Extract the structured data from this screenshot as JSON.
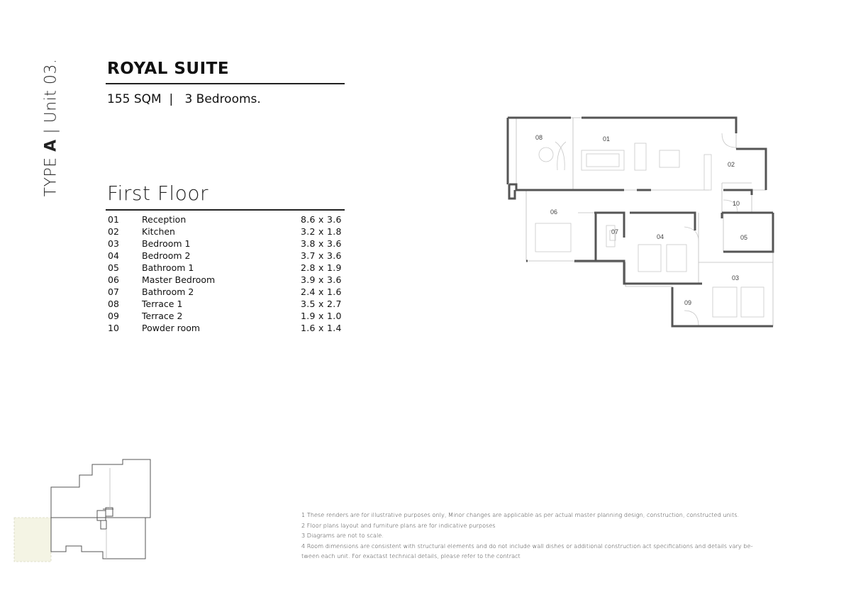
{
  "side_label": {
    "prefix": "TYPE ",
    "type_letter": "A",
    "suffix": " | Unit 03."
  },
  "title": "ROYAL SUITE",
  "subtitle": "155 SQM  |   3 Bedrooms.",
  "section_title": "First Floor",
  "rooms": [
    {
      "no": "01",
      "name": "Reception",
      "dim": "8.6 x 3.6"
    },
    {
      "no": "02",
      "name": "Kitchen",
      "dim": "3.2 x 1.8"
    },
    {
      "no": "03",
      "name": "Bedroom 1",
      "dim": "3.8 x 3.6"
    },
    {
      "no": "04",
      "name": "Bedroom 2",
      "dim": "3.7 x 3.6"
    },
    {
      "no": "05",
      "name": "Bathroom 1",
      "dim": "2.8 x 1.9"
    },
    {
      "no": "06",
      "name": "Master Bedroom",
      "dim": "3.9 x 3.6"
    },
    {
      "no": "07",
      "name": "Bathroom 2",
      "dim": "2.4 x 1.6"
    },
    {
      "no": "08",
      "name": "Terrace 1",
      "dim": "3.5 x 2.7"
    },
    {
      "no": "09",
      "name": "Terrace 2",
      "dim": "1.9 x 1.0"
    },
    {
      "no": "10",
      "name": "Powder room",
      "dim": "1.6 x 1.4"
    }
  ],
  "plan_labels": {
    "l01": "01",
    "l02": "02",
    "l03": "03",
    "l04": "04",
    "l05": "05",
    "l06": "06",
    "l07": "07",
    "l08": "08",
    "l09": "09",
    "l10": "10"
  },
  "notes": [
    "1 These renders are for illustrative purposes only, Minor changes are applicable as per actual master planning design, construction, constructed units.",
    "2 Floor plans layout and furniture plans are for indicative purposes",
    "3 Diagrams are not to scale.",
    "4 Room dimensions are consistent with structural elements and do not include wall dishes or additional construction act specifications and details vary be-",
    "tween each unit. For exactast technical details, please refer to the contract"
  ],
  "colors": {
    "wall": "#555555",
    "thin_line": "#bbbbbb",
    "furniture": "#c8c8c8",
    "highlight": "#e8e8c8"
  }
}
